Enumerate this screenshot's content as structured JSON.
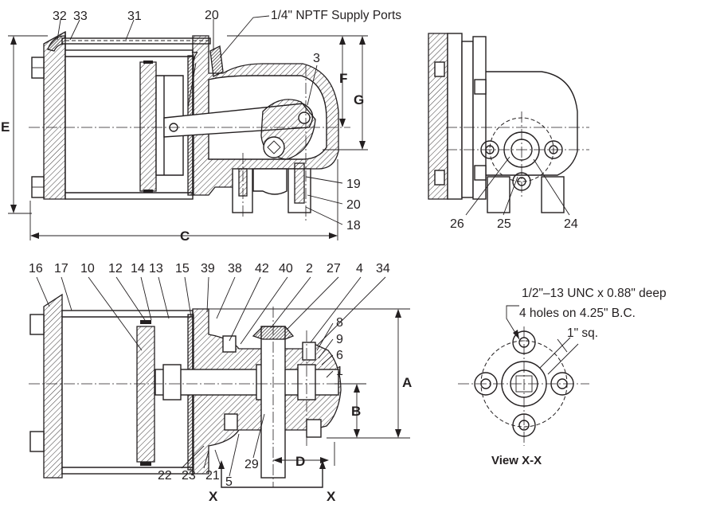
{
  "callouts": {
    "top_left": [
      "32",
      "33",
      "31",
      "20",
      "7",
      "3",
      "19",
      "20",
      "18"
    ],
    "top_right": [
      "26",
      "25",
      "24"
    ],
    "bottom_top_row": [
      "16",
      "17",
      "10",
      "12",
      "14",
      "13",
      "15",
      "39",
      "38",
      "42",
      "40",
      "2",
      "27",
      "4",
      "34"
    ],
    "bottom_right": [
      "8",
      "9",
      "6",
      "1"
    ],
    "bottom_row": [
      "22",
      "23",
      "21",
      "5",
      "29"
    ]
  },
  "supply_ports_label": "1/4\" NPTF Supply Ports",
  "dimensions": {
    "A": "A",
    "B": "B",
    "C": "C",
    "D": "D",
    "E": "E",
    "F": "F",
    "G": "G"
  },
  "section_markers": [
    "X",
    "X"
  ],
  "view_xx": {
    "thread_note": "1/2\"–13 UNC x 0.88\" deep",
    "holes_note": "4 holes on 4.25\" B.C.",
    "square_note": "1\" sq.",
    "title": "View X-X"
  }
}
